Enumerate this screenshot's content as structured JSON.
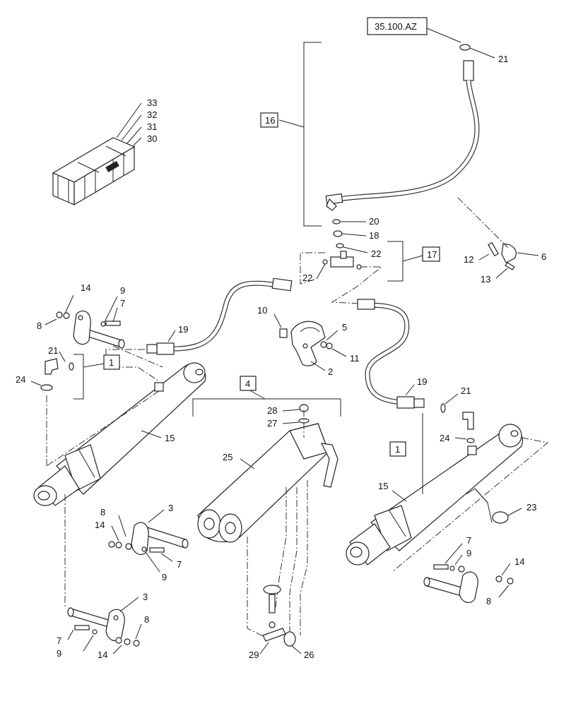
{
  "ref_codes": {
    "top_ref": "35.100.AZ"
  },
  "boxed": {
    "b16": "16",
    "b17": "17",
    "b1_left": "1",
    "b1_right": "1",
    "b4": "4"
  },
  "callouts": {
    "n33": "33",
    "n32": "32",
    "n31": "31",
    "n30": "30",
    "n21_top": "21",
    "n20": "20",
    "n18": "18",
    "n22_a": "22",
    "n22_b": "22",
    "n12": "12",
    "n6": "6",
    "n13": "13",
    "n14_l": "14",
    "n9_l": "9",
    "n7_l": "7",
    "n8_l": "8",
    "n19_l": "19",
    "n21_l": "21",
    "n24_l": "24",
    "n10": "10",
    "n5": "5",
    "n11": "11",
    "n2": "2",
    "n15_l": "15",
    "n28": "28",
    "n27": "27",
    "n25": "25",
    "n19_r": "19",
    "n21_r": "21",
    "n24_r": "24",
    "n15_r": "15",
    "n23": "23",
    "n8_m": "8",
    "n3_m": "3",
    "n14_m": "14",
    "n7_m": "7",
    "n9_m": "9",
    "n7_r": "7",
    "n9_r": "9",
    "n14_r": "14",
    "n8_r": "8",
    "n3_b": "3",
    "n8_b": "8",
    "n7_b": "7",
    "n9_b": "9",
    "n14_b": "14",
    "n29": "29",
    "n26": "26"
  }
}
